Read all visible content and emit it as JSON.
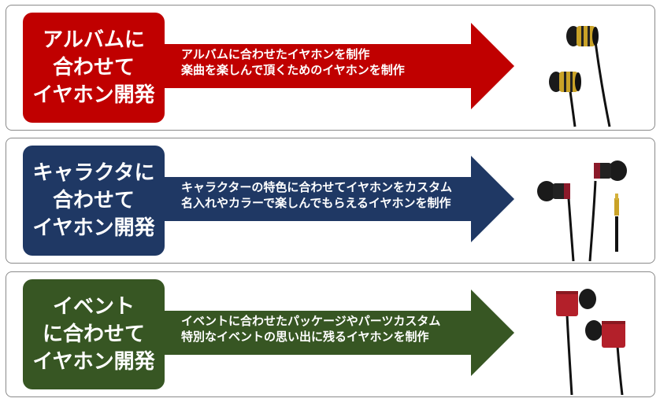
{
  "rows": [
    {
      "label_lines": [
        "アルバムに",
        "合わせて",
        "イヤホン開発"
      ],
      "desc_lines": [
        "アルバムに合わせたイヤホンを制作",
        "楽曲を楽しんで頂くためのイヤホンを制作"
      ],
      "color": "#c00000",
      "image": "gold-black-earphones"
    },
    {
      "label_lines": [
        "キャラクタに",
        "合わせて",
        "イヤホン開発"
      ],
      "desc_lines": [
        "キャラクターの特色に合わせてイヤホンをカスタム",
        "名入れやカラーで楽しんでもらえるイヤホンを制作"
      ],
      "color": "#1f3864",
      "image": "black-red-earphones-with-jack"
    },
    {
      "label_lines": [
        "イベント",
        "に合わせて",
        "イヤホン開発"
      ],
      "desc_lines": [
        "イベントに合わせたパッケージやパーツカスタム",
        "特別なイベントの思い出に残るイヤホンを制作"
      ],
      "color": "#375623",
      "image": "red-earphones"
    }
  ]
}
